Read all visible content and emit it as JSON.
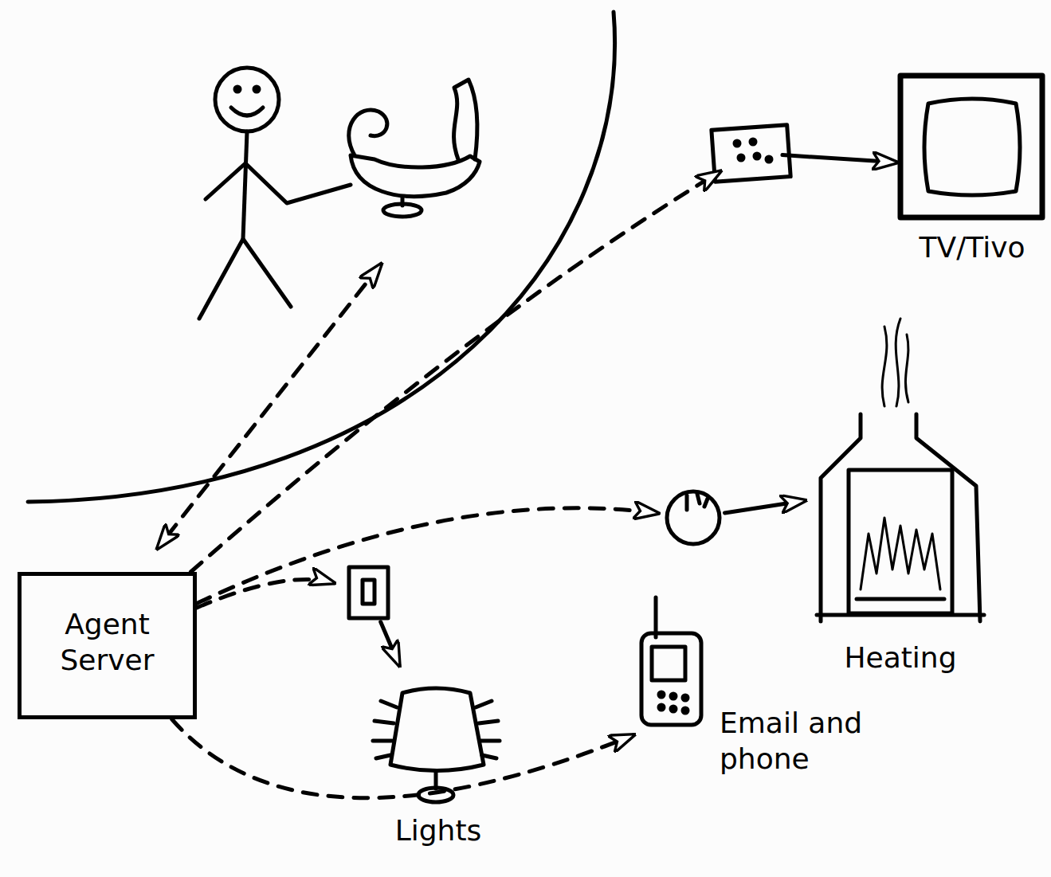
{
  "diagram": {
    "nodes": [
      {
        "text": [
          "TV/Tivo"
        ]
      },
      {
        "text": [
          "Heating"
        ]
      },
      {
        "text": [
          "Agent Server"
        ]
      },
      {
        "text": [
          "Email and phone"
        ]
      },
      {
        "text": [
          "Lights"
        ]
      }
    ],
    "edges": [
      {
        "from": 2,
        "to": 0,
        "arrow": "to"
      },
      {
        "from": 2,
        "to": 1,
        "arrow": "to"
      },
      {
        "from": 2,
        "to": 4,
        "arrow": "to"
      },
      {
        "from": 2,
        "to": 3,
        "arrow": "to"
      }
    ]
  }
}
